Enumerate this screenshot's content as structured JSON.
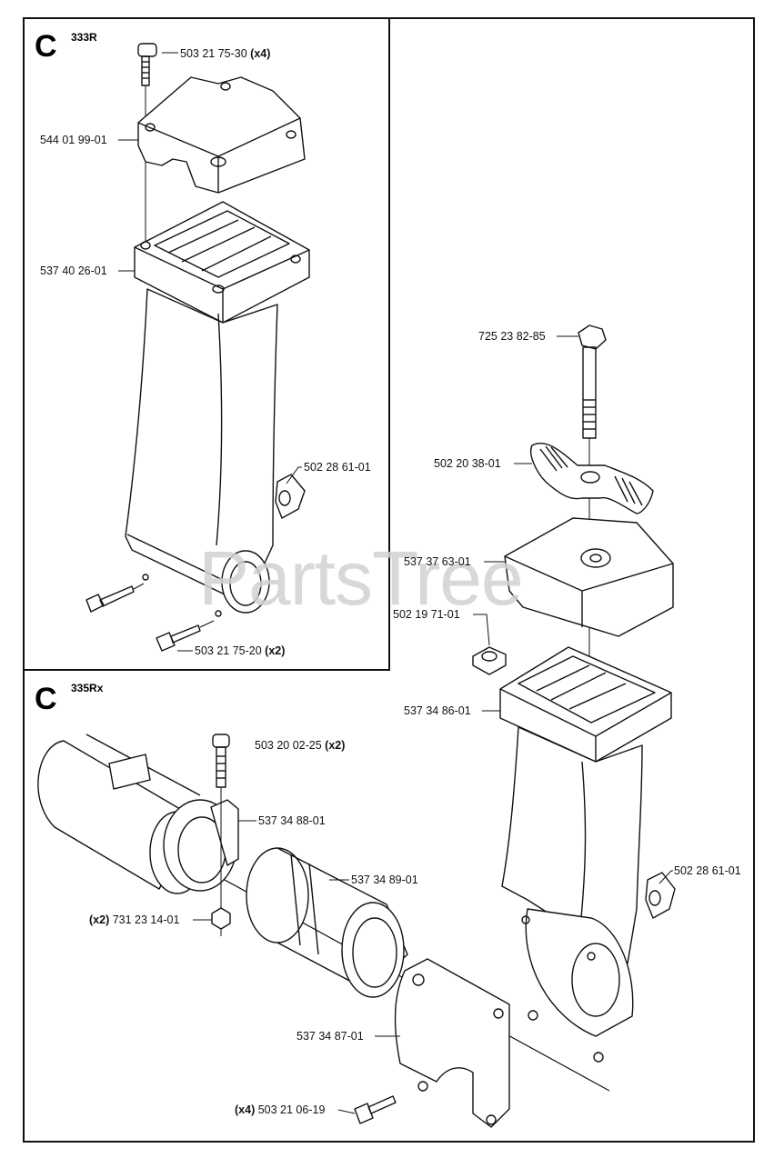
{
  "watermark": "PartsTree",
  "sections": [
    {
      "letter": "C",
      "model": "333R"
    },
    {
      "letter": "C",
      "model": "335Rx"
    }
  ],
  "labels": {
    "p1": {
      "text": "503 21 75-30",
      "qty": "(x4)"
    },
    "p2": {
      "text": "544 01 99-01"
    },
    "p3": {
      "text": "537 40 26-01"
    },
    "p4": {
      "text": "502 28 61-01"
    },
    "p5": {
      "text": "503 21 75-20",
      "qty": "(x2)"
    },
    "p6": {
      "text": "725 23 82-85"
    },
    "p7": {
      "text": "502 20 38-01"
    },
    "p8": {
      "text": "537 37 63-01"
    },
    "p9": {
      "text": "502 19 71-01"
    },
    "p10": {
      "text": "537 34 86-01"
    },
    "p11": {
      "text": "503 20 02-25",
      "qty": "(x2)"
    },
    "p12": {
      "text": "537 34 88-01"
    },
    "p13": {
      "text": "537 34 89-01"
    },
    "p14": {
      "text": "731 23 14-01",
      "qty": "(x2)"
    },
    "p15": {
      "text": "502 28 61-01"
    },
    "p16": {
      "text": "537 34 87-01"
    },
    "p17": {
      "text": "503 21 06-19",
      "qty": "(x4)"
    }
  }
}
